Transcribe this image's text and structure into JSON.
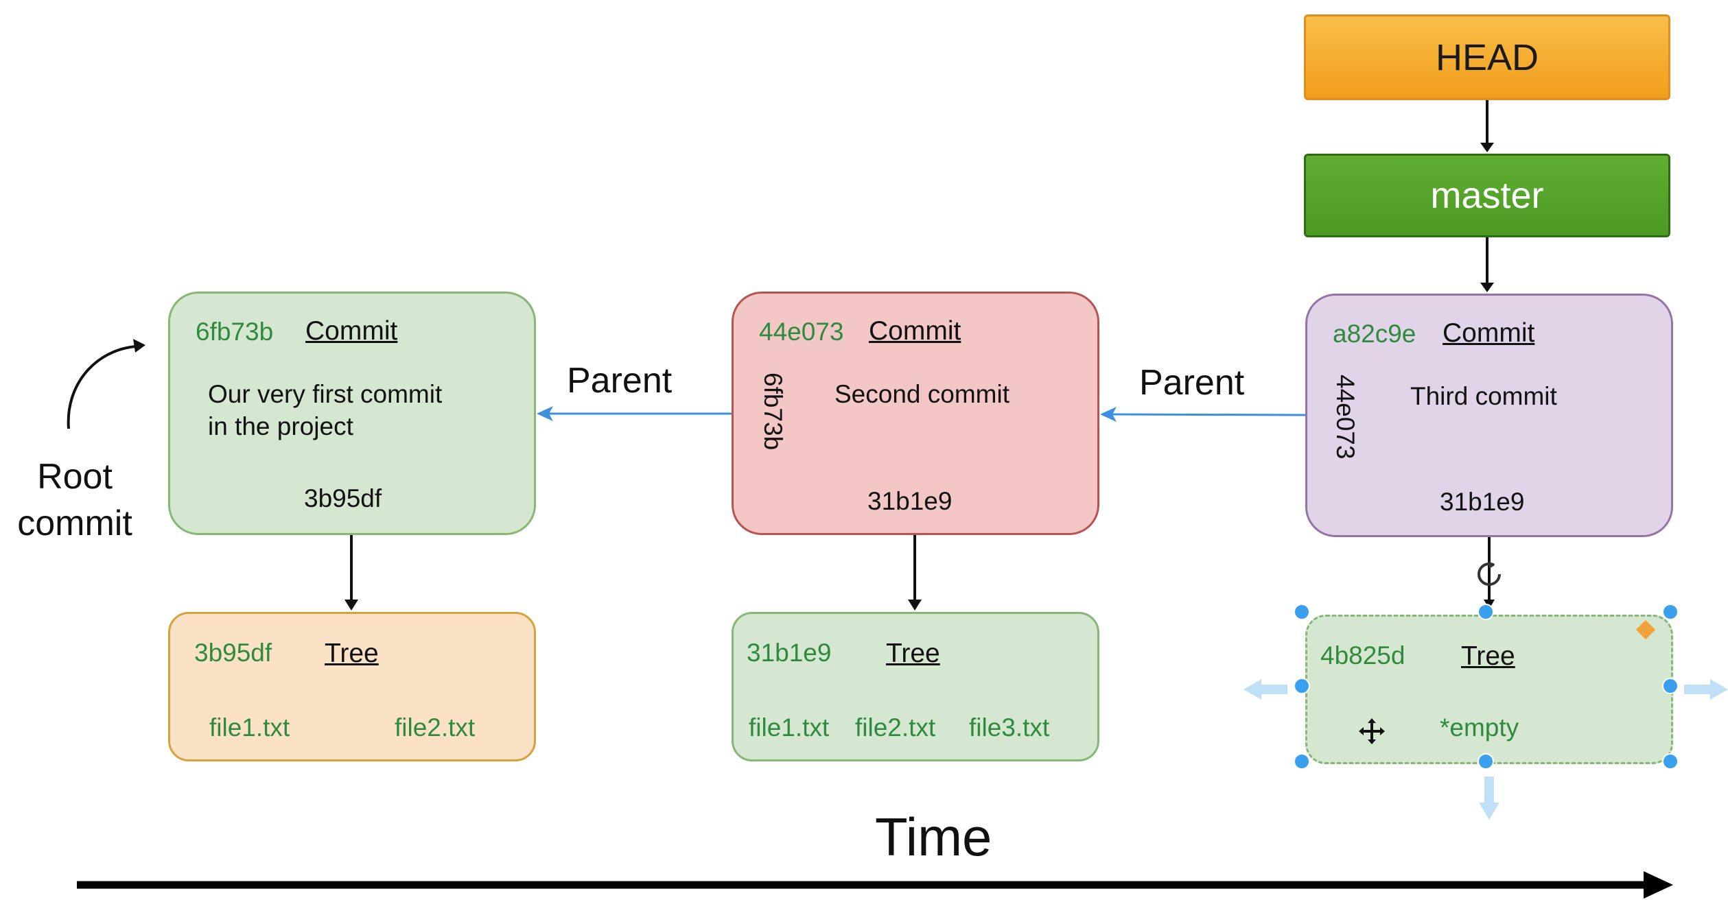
{
  "refs": {
    "head": "HEAD",
    "branch": "master"
  },
  "commits": [
    {
      "hash": "6fb73b",
      "title": "Commit",
      "message_line1": "Our very first commit",
      "message_line2": "in the project",
      "parent": "",
      "tree": "3b95df"
    },
    {
      "hash": "44e073",
      "title": "Commit",
      "message_line1": "Second commit",
      "message_line2": "",
      "parent": "6fb73b",
      "tree": "31b1e9"
    },
    {
      "hash": "a82c9e",
      "title": "Commit",
      "message_line1": "Third commit",
      "message_line2": "",
      "parent": "44e073",
      "tree": "31b1e9"
    }
  ],
  "trees": [
    {
      "hash": "3b95df",
      "title": "Tree",
      "files": [
        "file1.txt",
        "file2.txt"
      ]
    },
    {
      "hash": "31b1e9",
      "title": "Tree",
      "files": [
        "file1.txt",
        "file2.txt",
        "file3.txt"
      ]
    },
    {
      "hash": "4b825d",
      "title": "Tree",
      "files": [
        "*empty"
      ]
    }
  ],
  "labels": {
    "parent_1": "Parent",
    "parent_2": "Parent",
    "root_line1": "Root",
    "root_line2": "commit",
    "time": "Time"
  },
  "colors": {
    "hash_green": "#2e8b3d",
    "head_orange": "#f5ac2e",
    "master_green": "#4c9a22",
    "commit1_fill": "#d6e7d1",
    "commit2_fill": "#f2c7c5",
    "commit3_fill": "#e1d4e8",
    "tree1_fill": "#fbe2c7",
    "parent_arrow_blue": "#3d8fe0",
    "selection_handle_blue": "#3aa0ee"
  }
}
